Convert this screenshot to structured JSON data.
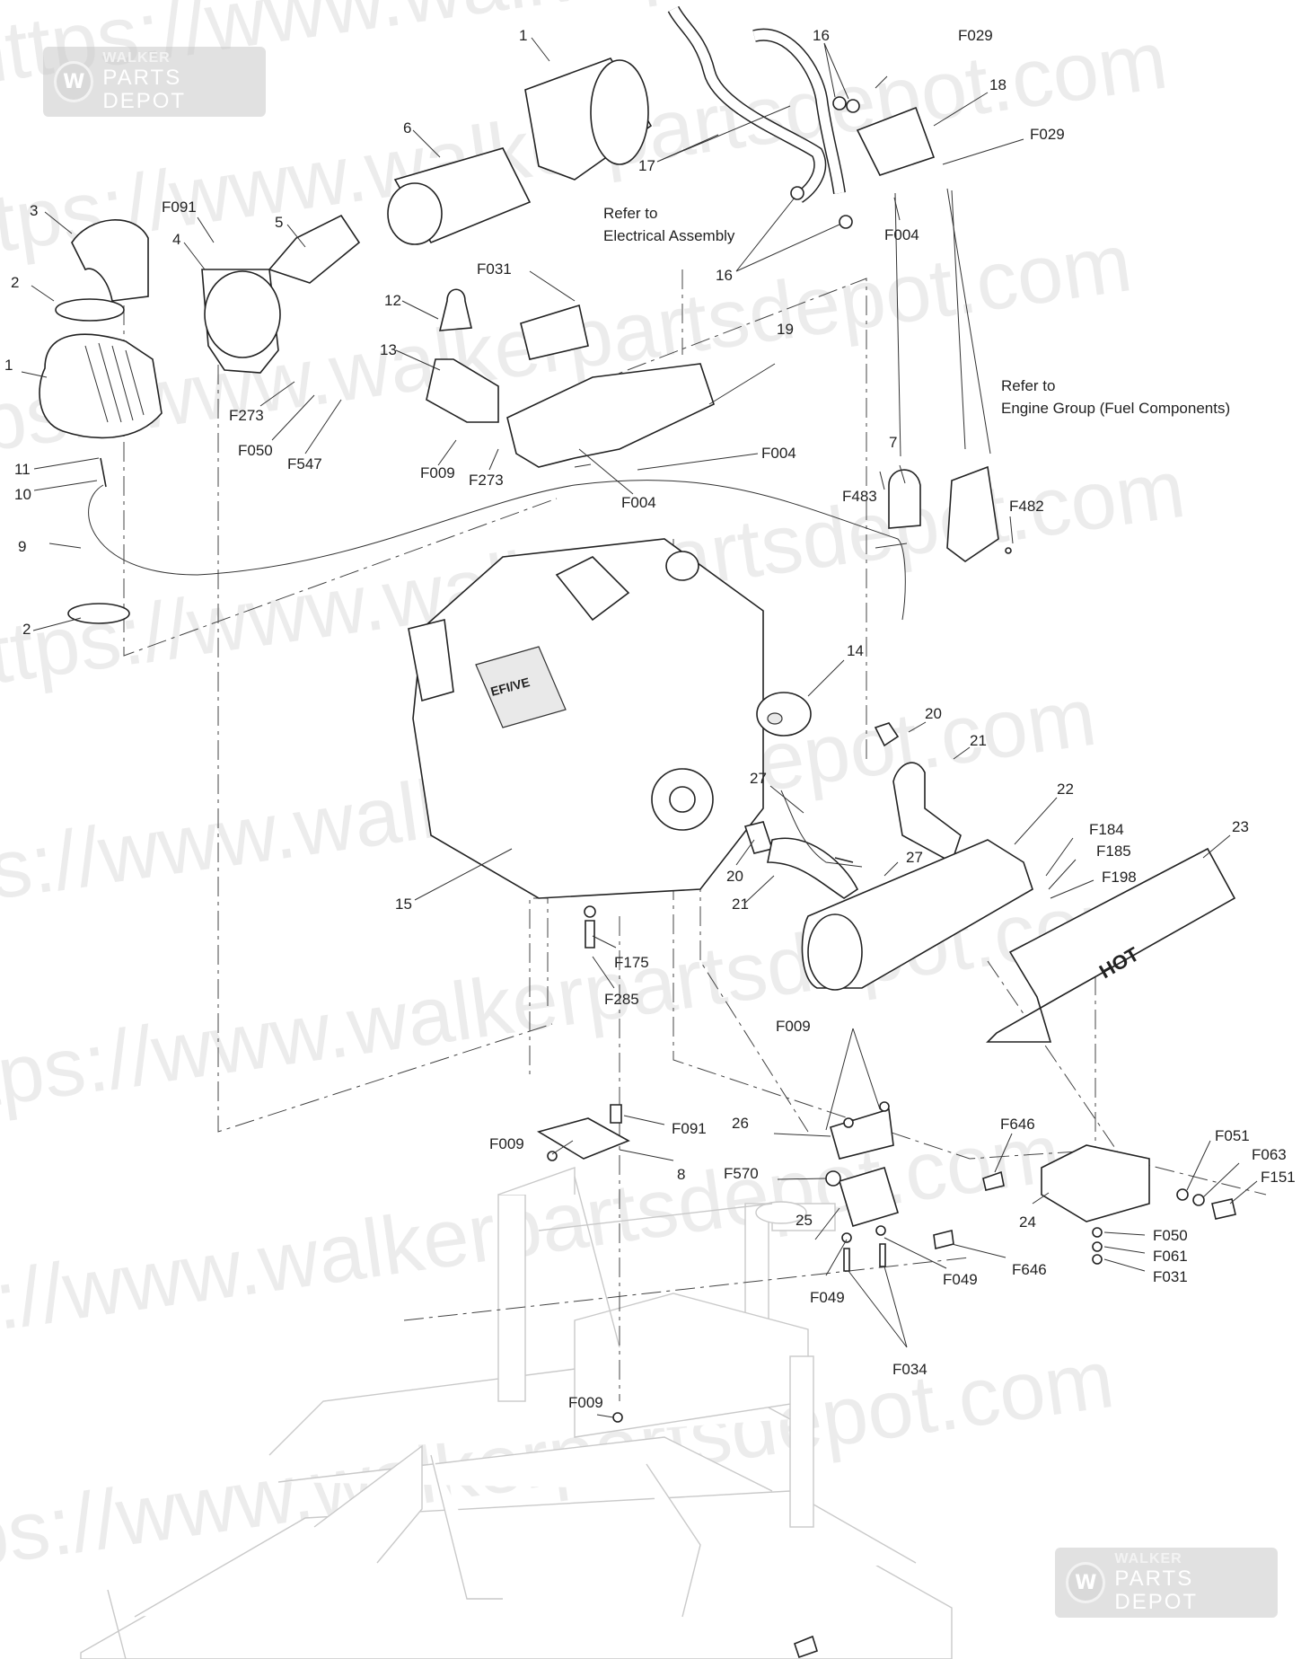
{
  "watermark": {
    "text_url": "https://www.walkerpartsdepot.com",
    "brand_line1": "WALKER",
    "brand_line2": "PARTS DEPOT",
    "logo_letter": "W"
  },
  "notes": {
    "electrical_1": "Refer to",
    "electrical_2": "Electrical Assembly",
    "fuel_1": "Refer to",
    "fuel_2": "Engine Group (Fuel Components)"
  },
  "engine_brand": "EFI/VE",
  "shield_text": "HOT",
  "callouts": [
    {
      "id": "c1a",
      "text": "1"
    },
    {
      "id": "c1b",
      "text": "1"
    },
    {
      "id": "c2a",
      "text": "2"
    },
    {
      "id": "c2b",
      "text": "2"
    },
    {
      "id": "c3",
      "text": "3"
    },
    {
      "id": "c4",
      "text": "4"
    },
    {
      "id": "c5",
      "text": "5"
    },
    {
      "id": "c6",
      "text": "6"
    },
    {
      "id": "c7",
      "text": "7"
    },
    {
      "id": "c8",
      "text": "8"
    },
    {
      "id": "c9",
      "text": "9"
    },
    {
      "id": "c10",
      "text": "10"
    },
    {
      "id": "c11",
      "text": "11"
    },
    {
      "id": "c12",
      "text": "12"
    },
    {
      "id": "c13",
      "text": "13"
    },
    {
      "id": "c14",
      "text": "14"
    },
    {
      "id": "c15",
      "text": "15"
    },
    {
      "id": "c16a",
      "text": "16"
    },
    {
      "id": "c16b",
      "text": "16"
    },
    {
      "id": "c17",
      "text": "17"
    },
    {
      "id": "c18",
      "text": "18"
    },
    {
      "id": "c19",
      "text": "19"
    },
    {
      "id": "c20a",
      "text": "20"
    },
    {
      "id": "c20b",
      "text": "20"
    },
    {
      "id": "c21a",
      "text": "21"
    },
    {
      "id": "c21b",
      "text": "21"
    },
    {
      "id": "c22",
      "text": "22"
    },
    {
      "id": "c23",
      "text": "23"
    },
    {
      "id": "c24",
      "text": "24"
    },
    {
      "id": "c25",
      "text": "25"
    },
    {
      "id": "c26",
      "text": "26"
    },
    {
      "id": "c27a",
      "text": "27"
    },
    {
      "id": "c27b",
      "text": "27"
    },
    {
      "id": "cF029a",
      "text": "F029"
    },
    {
      "id": "cF029b",
      "text": "F029"
    },
    {
      "id": "cF004a",
      "text": "F004"
    },
    {
      "id": "cF004b",
      "text": "F004"
    },
    {
      "id": "cF004c",
      "text": "F004"
    },
    {
      "id": "cF091a",
      "text": "F091"
    },
    {
      "id": "cF091b",
      "text": "F091"
    },
    {
      "id": "cF031a",
      "text": "F031"
    },
    {
      "id": "cF031b",
      "text": "F031"
    },
    {
      "id": "cF273a",
      "text": "F273"
    },
    {
      "id": "cF273b",
      "text": "F273"
    },
    {
      "id": "cF050a",
      "text": "F050"
    },
    {
      "id": "cF050b",
      "text": "F050"
    },
    {
      "id": "cF547",
      "text": "F547"
    },
    {
      "id": "cF009a",
      "text": "F009"
    },
    {
      "id": "cF009b",
      "text": "F009"
    },
    {
      "id": "cF009c",
      "text": "F009"
    },
    {
      "id": "cF009d",
      "text": "F009"
    },
    {
      "id": "cF483",
      "text": "F483"
    },
    {
      "id": "cF482",
      "text": "F482"
    },
    {
      "id": "cF175",
      "text": "F175"
    },
    {
      "id": "cF285",
      "text": "F285"
    },
    {
      "id": "cF184",
      "text": "F184"
    },
    {
      "id": "cF185",
      "text": "F185"
    },
    {
      "id": "cF198",
      "text": "F198"
    },
    {
      "id": "cF570",
      "text": "F570"
    },
    {
      "id": "cF646a",
      "text": "F646"
    },
    {
      "id": "cF646b",
      "text": "F646"
    },
    {
      "id": "cF049a",
      "text": "F049"
    },
    {
      "id": "cF049b",
      "text": "F049"
    },
    {
      "id": "cF034",
      "text": "F034"
    },
    {
      "id": "cF051",
      "text": "F051"
    },
    {
      "id": "cF063",
      "text": "F063"
    },
    {
      "id": "cF151",
      "text": "F151"
    },
    {
      "id": "cF061",
      "text": "F061"
    }
  ]
}
